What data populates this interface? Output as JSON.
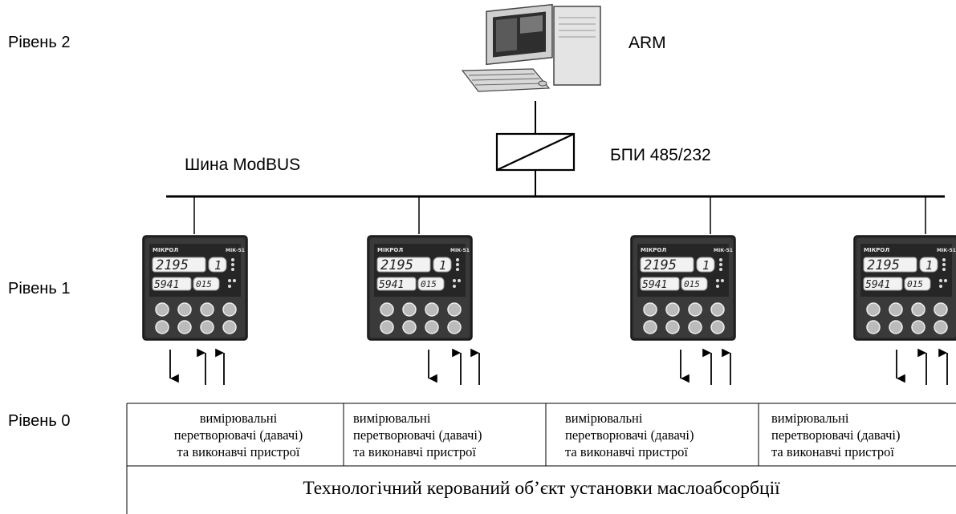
{
  "levels": {
    "level2": "Рівень 2",
    "level1": "Рівень 1",
    "level0": "Рівень 0"
  },
  "labels": {
    "arm": "ARM",
    "bus": "Шина ModBUS",
    "converter": "БПИ 485/232"
  },
  "controller": {
    "brand": "МІКРОЛ",
    "model": "МІК-51",
    "display_top": "2195",
    "display_top_small": "1",
    "display_bottom": "5941",
    "display_bottom_small": "015"
  },
  "field_devices": [
    {
      "line1": "вимірювальні",
      "line2": "перетворювачі (давачі)",
      "line3": "та виконавчі пристрої"
    },
    {
      "line1": "вимірювальні",
      "line2": "перетворювачі  (давачі)",
      "line3": "та виконавчі пристрої"
    },
    {
      "line1": "вимірювальні",
      "line2": "перетворювачі  (давачі)",
      "line3": "та виконавчі пристрої"
    },
    {
      "line1": "вимірювальні",
      "line2": "перетворювачі  (давачі)",
      "line3": "та виконавчі пристрої"
    }
  ],
  "object": "Технологічний керований об’єкт установки маслоабсорбції"
}
